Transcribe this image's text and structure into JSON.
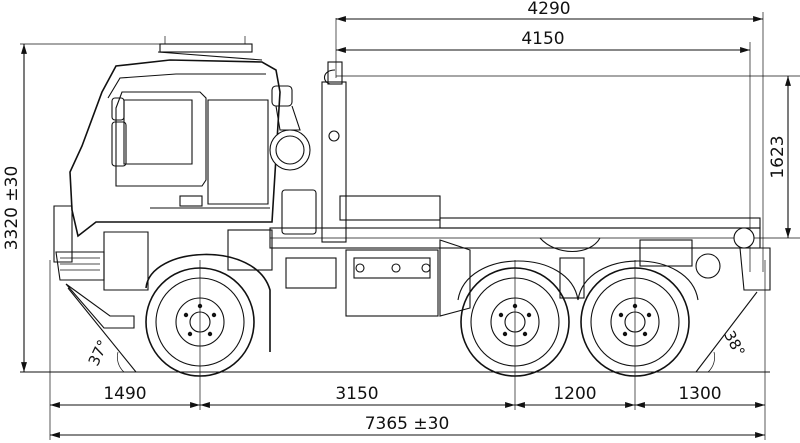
{
  "dimensions": {
    "overall_length": "7365 ±30",
    "overall_height": "3320 ±30",
    "front_overhang": "1490",
    "wheelbase_front_to_mid": "3150",
    "rear_axle_spacing": "1200",
    "rear_overhang": "1300",
    "hook_to_rear": "4290",
    "frame_to_rear": "4150",
    "hook_height": "1623",
    "approach_angle": "37°",
    "departure_angle": "38°"
  }
}
